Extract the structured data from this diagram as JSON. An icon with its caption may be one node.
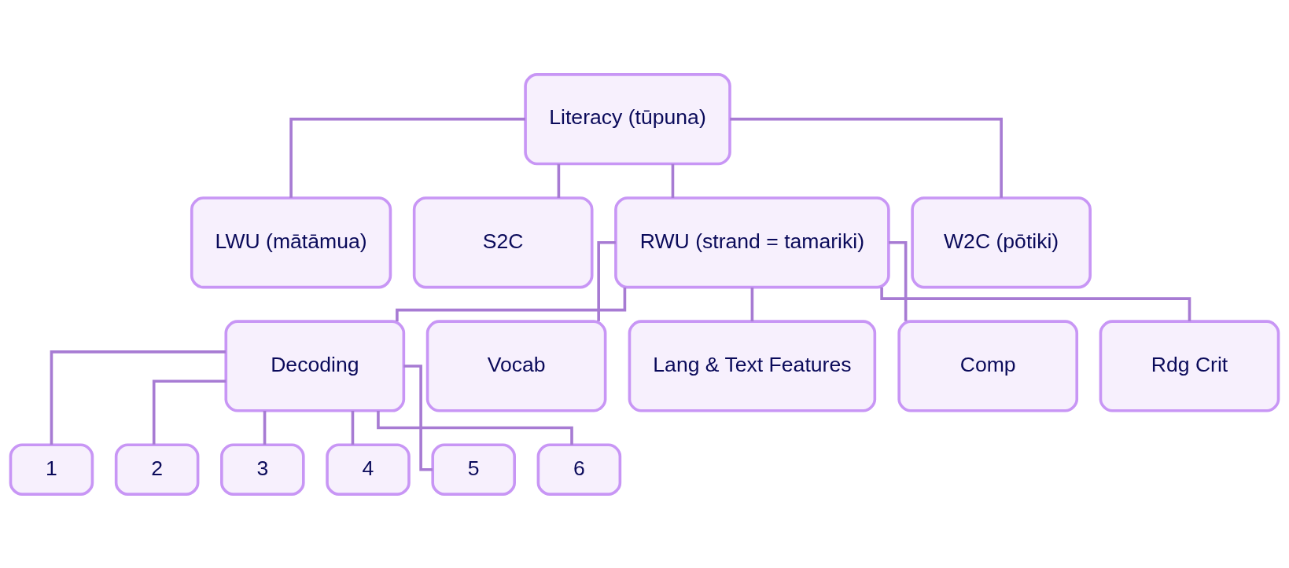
{
  "diagram": {
    "nodes": [
      {
        "text": [
          "Literacy (tūpuna)"
        ]
      },
      {
        "text": [
          "LWU (mātāmua)"
        ]
      },
      {
        "text": [
          "S2C"
        ]
      },
      {
        "text": [
          "RWU (strand = tamariki)"
        ]
      },
      {
        "text": [
          "W2C (pōtiki)"
        ]
      },
      {
        "text": [
          "Decoding"
        ]
      },
      {
        "text": [
          "Vocab"
        ]
      },
      {
        "text": [
          "Lang & Text Features"
        ]
      },
      {
        "text": [
          "Comp"
        ]
      },
      {
        "text": [
          "Rdg Crit"
        ]
      },
      {
        "text": [
          "1"
        ]
      },
      {
        "text": [
          "2"
        ]
      },
      {
        "text": [
          "3"
        ]
      },
      {
        "text": [
          "4"
        ]
      },
      {
        "text": [
          "5"
        ]
      },
      {
        "text": [
          "6"
        ]
      }
    ],
    "edges": [
      {
        "from": 0,
        "to": 1,
        "arrow": "none"
      },
      {
        "from": 0,
        "to": 2,
        "arrow": "none"
      },
      {
        "from": 0,
        "to": 3,
        "arrow": "none"
      },
      {
        "from": 0,
        "to": 4,
        "arrow": "none"
      },
      {
        "from": 3,
        "to": 5,
        "arrow": "none"
      },
      {
        "from": 3,
        "to": 6,
        "arrow": "none"
      },
      {
        "from": 3,
        "to": 7,
        "arrow": "none"
      },
      {
        "from": 3,
        "to": 8,
        "arrow": "none"
      },
      {
        "from": 3,
        "to": 9,
        "arrow": "none"
      },
      {
        "from": 5,
        "to": 10,
        "arrow": "none"
      },
      {
        "from": 5,
        "to": 11,
        "arrow": "none"
      },
      {
        "from": 5,
        "to": 12,
        "arrow": "none"
      },
      {
        "from": 5,
        "to": 13,
        "arrow": "none"
      },
      {
        "from": 5,
        "to": 14,
        "arrow": "none"
      },
      {
        "from": 5,
        "to": 15,
        "arrow": "none"
      }
    ]
  }
}
